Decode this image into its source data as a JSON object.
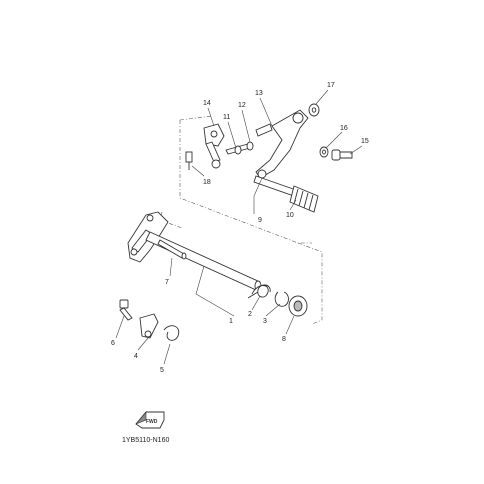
{
  "callouts": {
    "c1": "1",
    "c2": "2",
    "c3": "3",
    "c4": "4",
    "c5": "5",
    "c6": "6",
    "c7": "7",
    "c8": "8",
    "c9": "9",
    "c10": "10",
    "c11": "11",
    "c12": "12",
    "c13": "13",
    "c14": "14",
    "c15": "15",
    "c16": "16",
    "c17": "17",
    "c18": "18"
  },
  "fwd_label": "FWD",
  "diagram_code": "1YB5110-N160"
}
